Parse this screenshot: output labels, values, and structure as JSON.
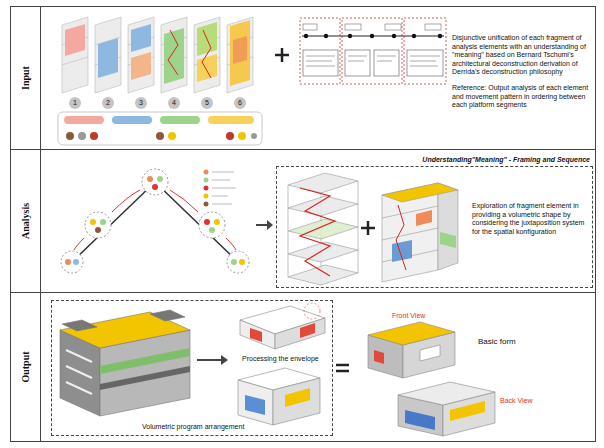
{
  "diagram": {
    "nodes": [
      {
        "text": [
          "Input"
        ]
      },
      {
        "text": [
          "Analysis"
        ]
      },
      {
        "text": [
          "Output"
        ]
      },
      {
        "text": [
          "Understanding\"Meaning\" - Framing and Sequence",
          "Exploration of fragment element in providing a volumetric shape by considering the juxtaposition system for the spatial konfiguration"
        ],
        "in": 1
      },
      {
        "text": [
          "Volumetric program arrangement",
          "Processing the envelope"
        ],
        "in": 2
      }
    ],
    "labels": [
      "1",
      "2",
      "3",
      "4",
      "5",
      "6",
      "Disjunctive unification of each fragment of analysis elements with an understanding of \"meaning\" based on Bernard Tschumi's architectural deconstruction derivation of Derrida's deconstruction philosophy",
      "Reference: Output analysis of each element and movement pattern in ordering between each platform segments",
      "Front View",
      "Basic form",
      "Back View"
    ]
  }
}
